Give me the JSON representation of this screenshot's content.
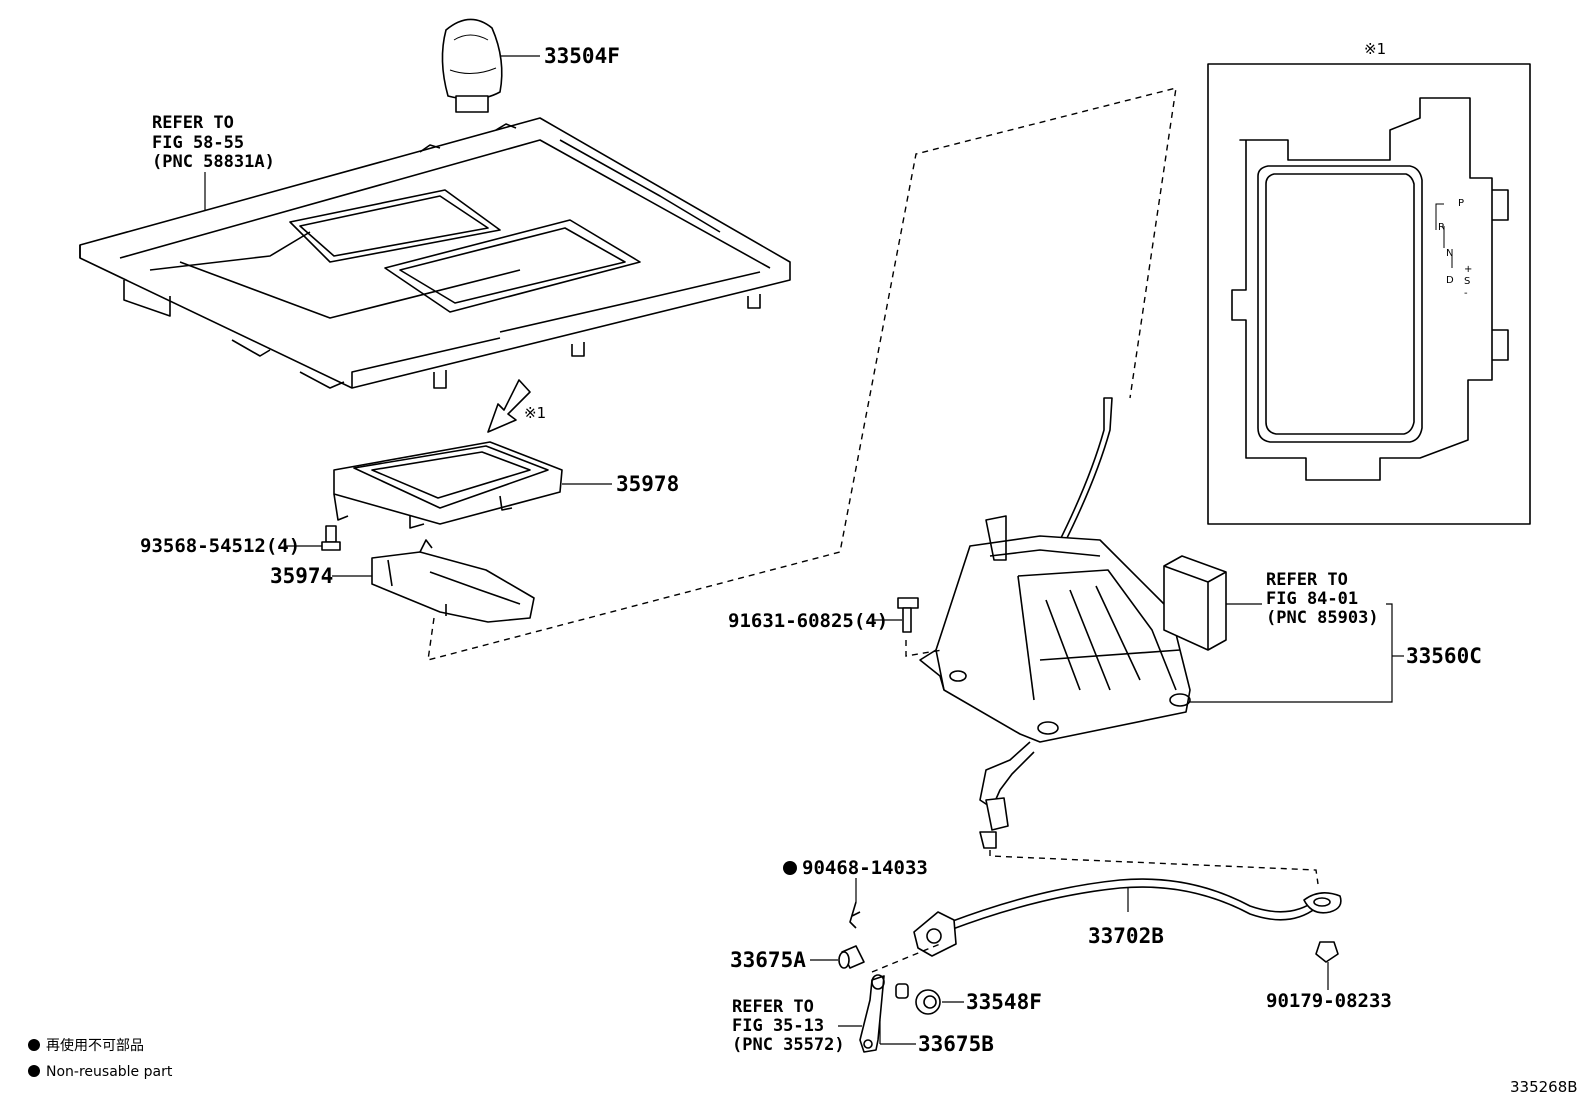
{
  "callouts": {
    "knob": "33504F",
    "bezel": "35978",
    "screw": "93568-54512(4)",
    "indicator": "35974",
    "bolt": "91631-60825(4)",
    "shifter_assy": "33560C",
    "clip": "90468-14033",
    "pin": "33675A",
    "cable": "33702B",
    "nut": "90179-08233",
    "bushing": "33548F",
    "lever": "33675B"
  },
  "refs": {
    "console": [
      "REFER TO",
      "FIG 58-55",
      "(PNC 58831A)"
    ],
    "module": [
      "REFER TO",
      "FIG 84-01",
      "(PNC 85903)"
    ],
    "lever": [
      "REFER TO",
      "FIG 35-13",
      "(PNC 35572)"
    ]
  },
  "view_marks": {
    "arrow": "※1",
    "inset": "※1"
  },
  "gear_labels": [
    "P",
    "R",
    "N",
    "D",
    "S",
    "+",
    "-"
  ],
  "legend": {
    "jp": "再使用不可部品",
    "en": "Non-reusable part"
  },
  "diagram_code": "335268B"
}
